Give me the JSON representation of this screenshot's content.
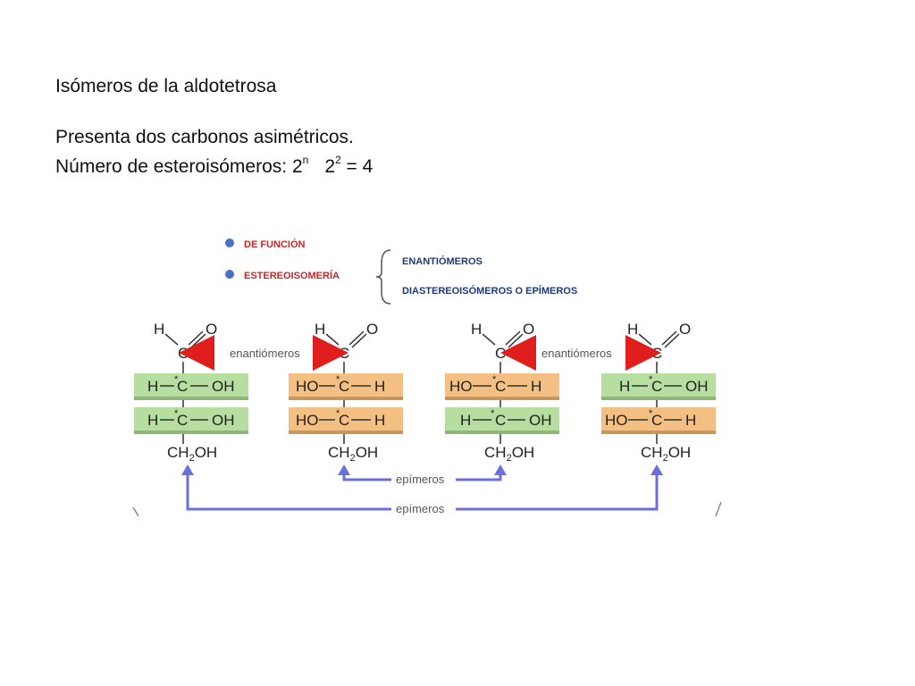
{
  "heading": "Isómeros de la aldotetrosa",
  "line2": "Presenta dos carbonos asimétricos.",
  "line3": {
    "prefix": "Número de esteroisómeros: 2",
    "exp1": "n",
    "middle": "2",
    "exp2": "2",
    "suffix": " = 4"
  },
  "figure": {
    "legend": {
      "de_funcion": "DE FUNCIÓN",
      "estereoisomeria": "ESTEREOISOMERÍA",
      "enantiomeros": "ENANTIÓMEROS",
      "diastereoisomeros": "DIASTEREOISÓMEROS O EPÍMEROS"
    },
    "relations": {
      "enantiomeros_1": "enantiómeros",
      "enantiomeros_2": "enantiómeros",
      "epimeros_1": "epímeros",
      "epimeros_2": "epímeros"
    },
    "colors": {
      "green_box": "#b6dea0",
      "orange_box": "#f3bf82",
      "red_arrow": "#e01e1e",
      "blue_arrow": "#6a6fe0",
      "legend_dot": "#4a70c8"
    },
    "atoms": {
      "H": "H",
      "O": "O",
      "C": "C",
      "OH": "OH",
      "HO": "HO",
      "CH": "CH",
      "sub2": "2",
      "OH_end": "OH",
      "star": "*"
    }
  }
}
